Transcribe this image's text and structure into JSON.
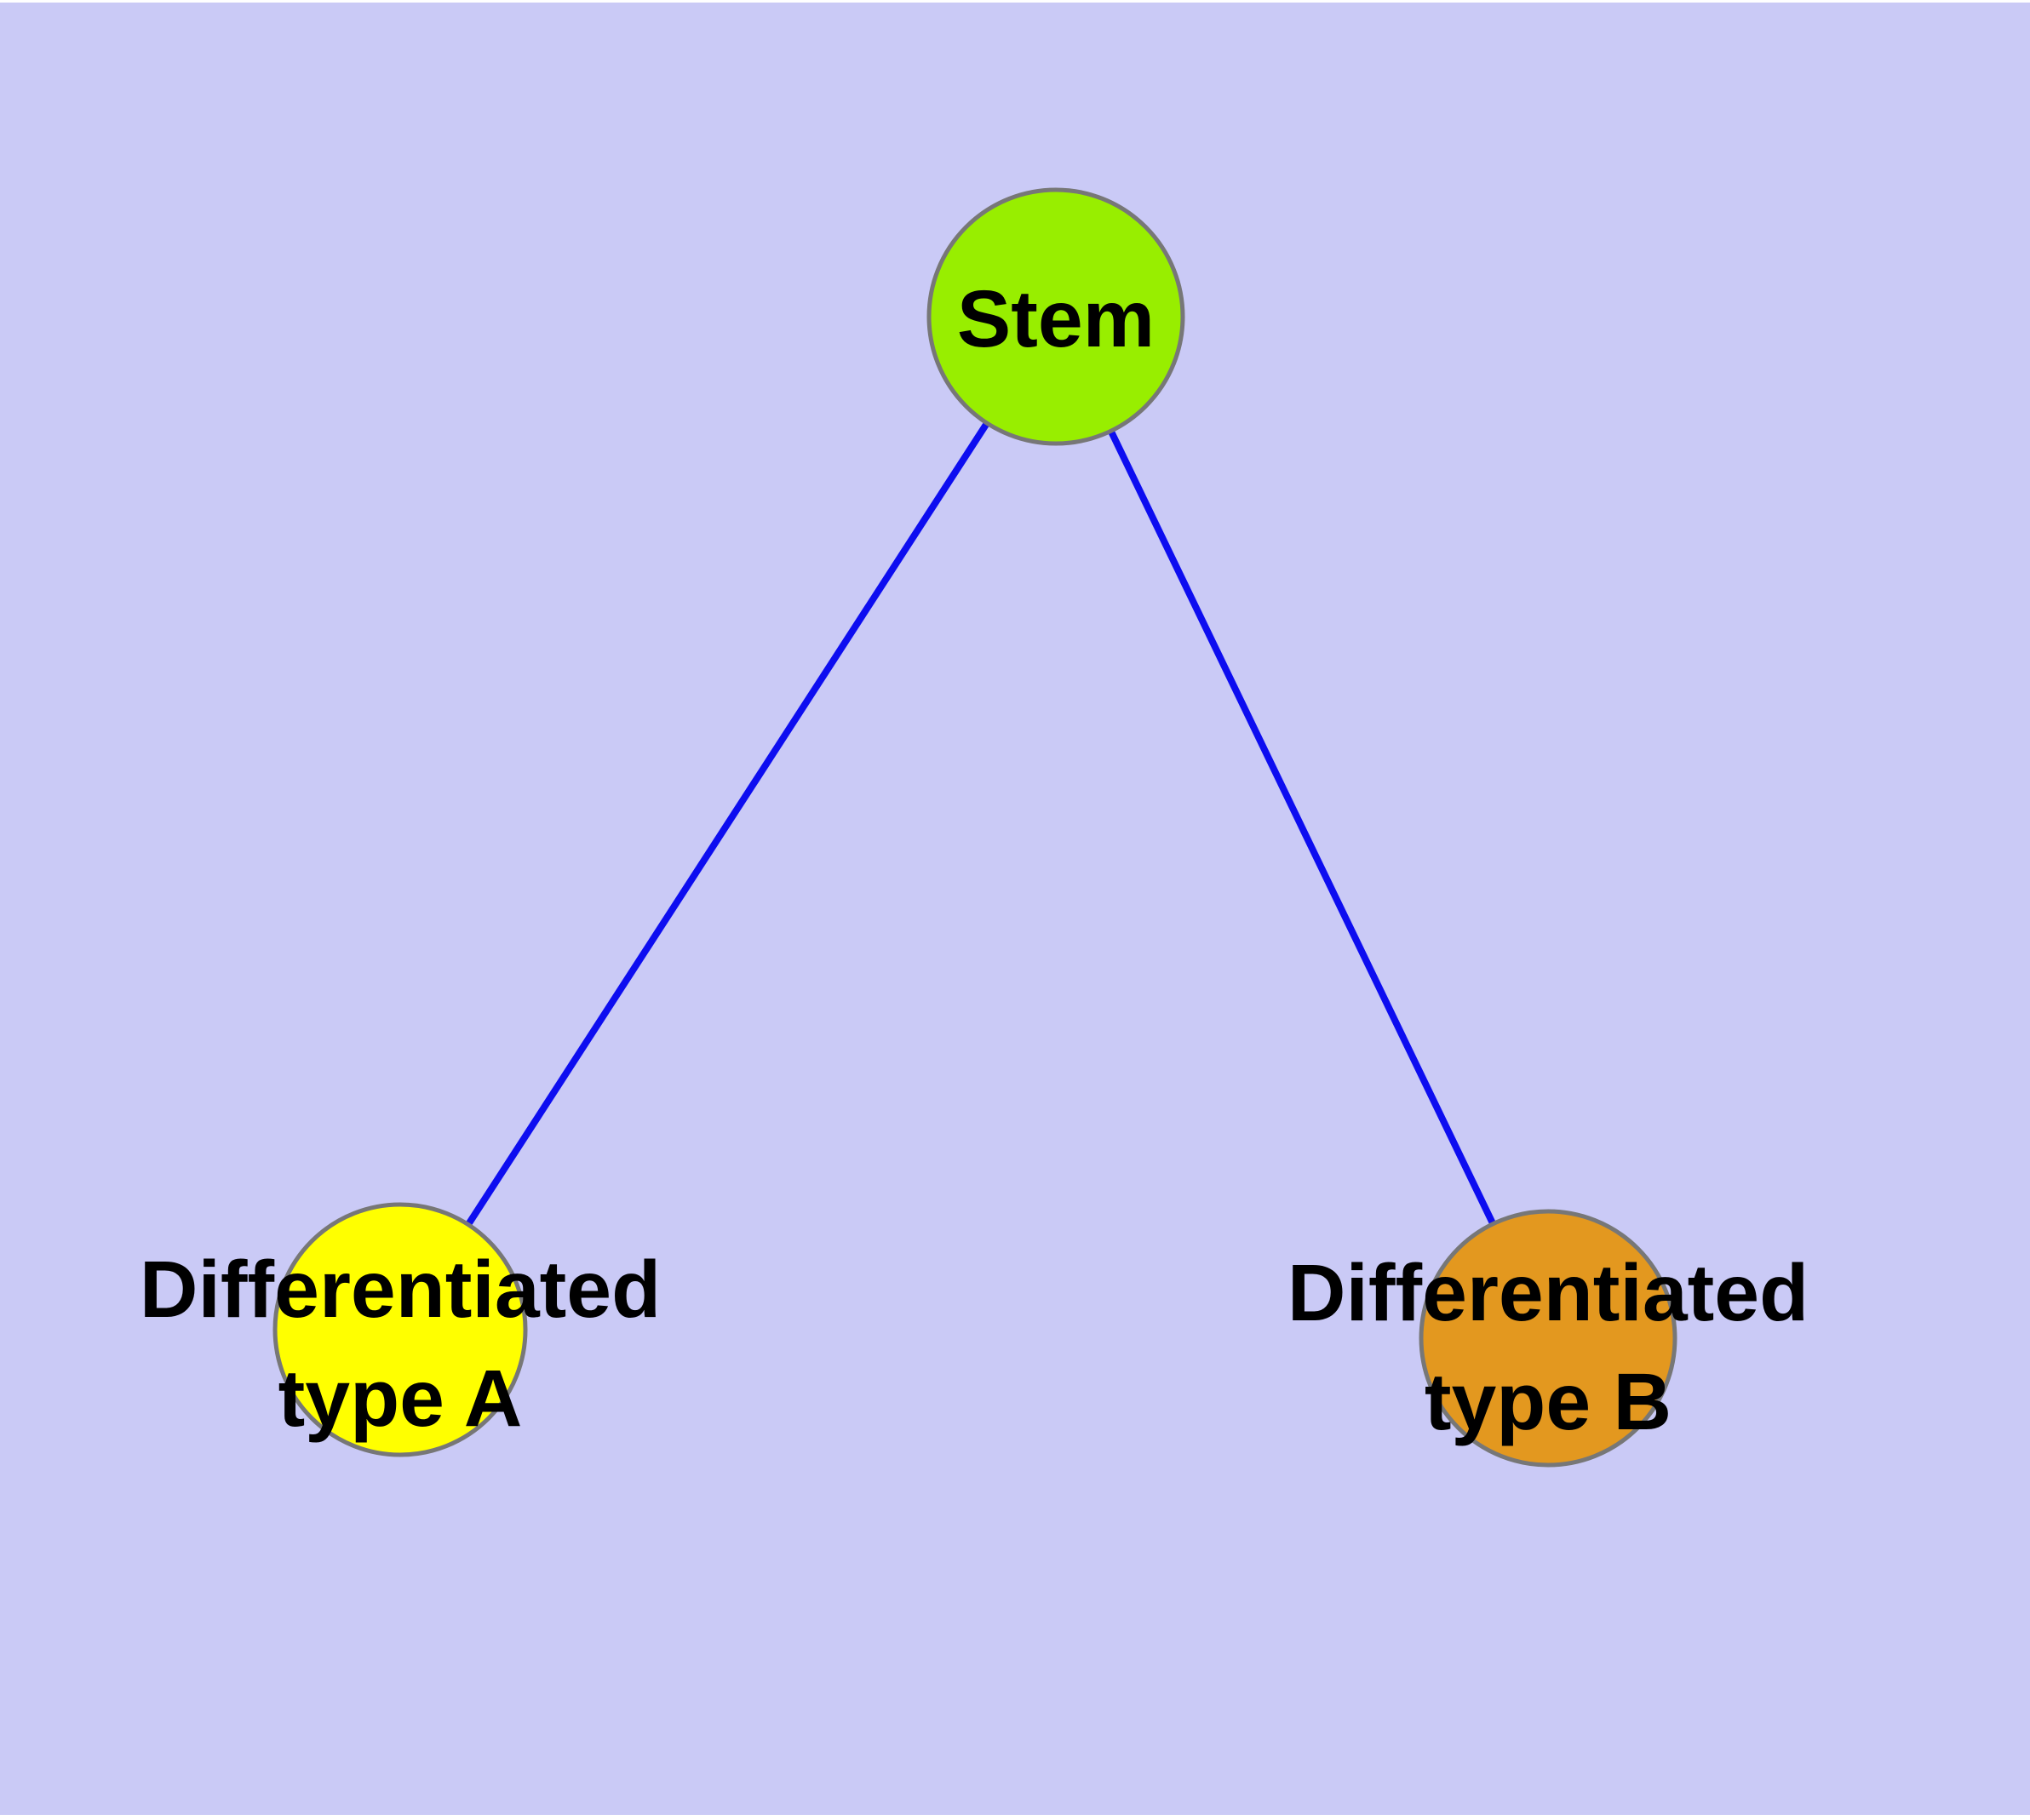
{
  "canvas": {
    "page_background": "#ffffff",
    "fill": "#cacaf6"
  },
  "style": {
    "node_border_color": "#777777",
    "label_color": "#000000"
  },
  "nodes": {
    "stem": {
      "label": "Stem",
      "fill": "#98ee00"
    },
    "type_a": {
      "label_line1": "Differentiated",
      "label_line2": "type A",
      "fill": "#ffff00"
    },
    "type_b": {
      "label_line1": "Differentiated",
      "label_line2": "type B",
      "fill": "#e3981f"
    }
  },
  "edges": [
    {
      "from": "Stem",
      "to": "Differentiated type A",
      "color": "#0d0df0"
    },
    {
      "from": "Stem",
      "to": "Differentiated type B",
      "color": "#0d0df0"
    }
  ]
}
